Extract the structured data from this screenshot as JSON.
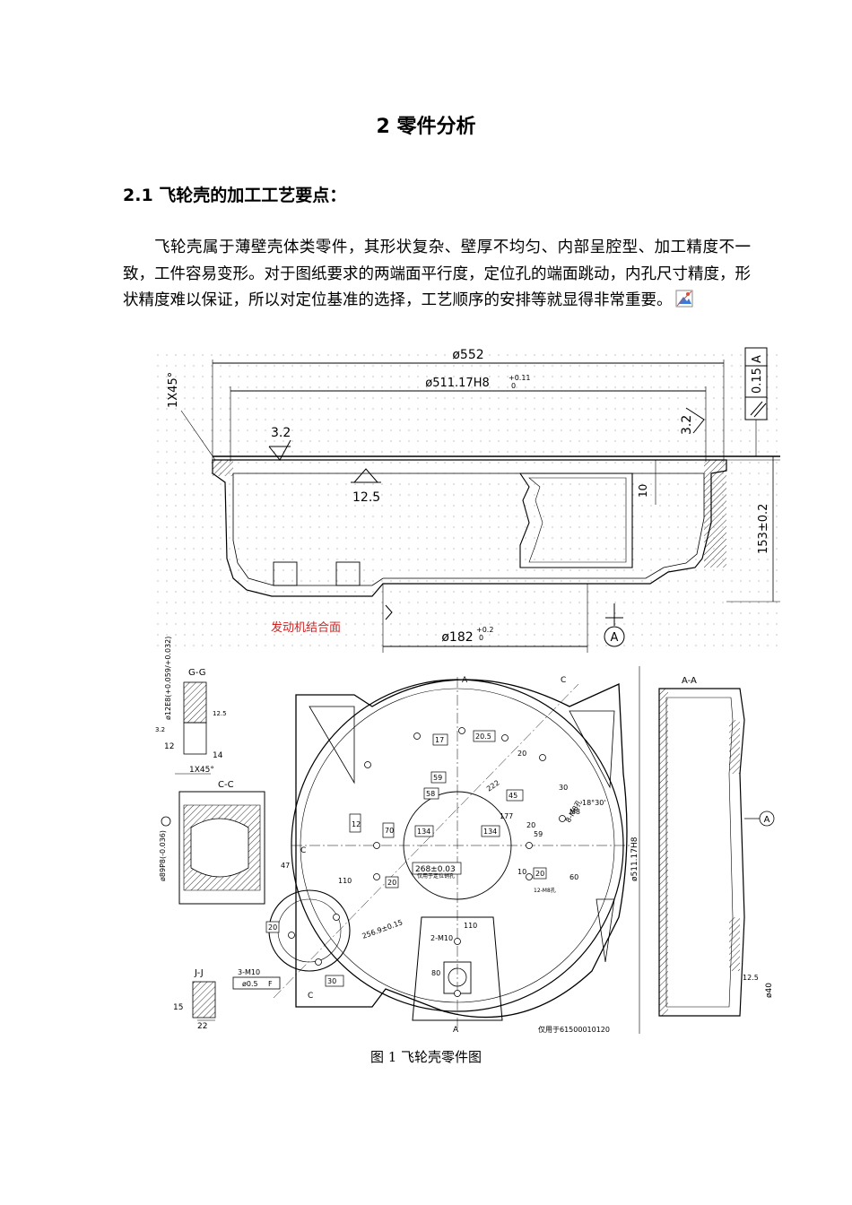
{
  "chapter": {
    "title": "2 零件分析"
  },
  "section": {
    "title": "2.1 飞轮壳的加工工艺要点："
  },
  "paragraph": {
    "text": "飞轮壳属于薄壁壳体类零件，其形状复杂、壁厚不均匀、内部呈腔型、加工精度不一致，工件容易变形。对于图纸要求的两端面平行度，定位孔的端面跳动，内孔尺寸精度，形状精度难以保证，所以对定位基准的选择，工艺顺序的安排等就显得非常重要。"
  },
  "figure": {
    "caption": "图 1 飞轮壳零件图",
    "top_view": {
      "dim_outer": "ø552",
      "dim_bore": "ø511.17H8",
      "dim_bore_tol": "+0.11",
      "dim_bore_tol_low": "0",
      "chamfer": "1X45°",
      "rough_left": "3.2",
      "rough_right": "3.2",
      "rough_inner": "12.5",
      "dim_depth": "10",
      "dim_height": "153±0.2",
      "parallelism": "0.15",
      "datum": "A",
      "dim_hub": "ø182",
      "dim_hub_tol": "+0.2",
      "dim_hub_tol_low": "0",
      "engine_face_label": "发动机结合面",
      "datum_label": "A"
    },
    "section_gg": {
      "title": "G-G",
      "dim_dia": "ø12E8(+0.059/+0.032)",
      "rough": "12.5",
      "dim_12": "12",
      "dim_14": "14",
      "chamfer": "1X45°",
      "rough2": "3.2"
    },
    "section_cc": {
      "title": "C-C",
      "dim": "ø89P8(-0.036)"
    },
    "section_jj": {
      "title": "J-J",
      "dim_15": "15",
      "dim_22": "22",
      "note": "3-M10",
      "tol": "ø0.5",
      "datum": "F"
    },
    "section_aa": {
      "title": "A-A",
      "dim_bore": "ø511.17H8",
      "dim_40": "ø40",
      "rough": "12.5",
      "datum": "A"
    },
    "front_view": {
      "label_a_top": "A",
      "label_c_top": "C",
      "label_a_bottom": "A",
      "label_c_left": "C",
      "label_c_bottom": "C",
      "dims": [
        "17",
        "20.5",
        "20",
        "59",
        "58",
        "222",
        "45",
        "30",
        "18°30'",
        "177",
        "134",
        "134",
        "59",
        "20",
        "60",
        "70",
        "12",
        "20",
        "110",
        "268±0.03",
        "10",
        "20",
        "47",
        "20",
        "256.9±0.15",
        "110",
        "2-M10",
        "80",
        "30",
        "M8",
        "8-M8孔"
      ],
      "note_positioning": "仅用于定位销孔",
      "note_part": "仅用于61500010120",
      "note_holes": "12-M8孔"
    }
  }
}
